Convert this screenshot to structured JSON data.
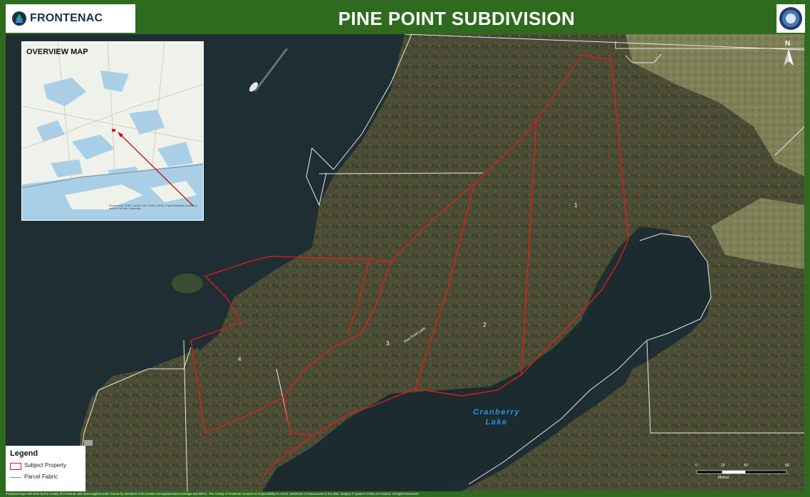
{
  "header": {
    "brand": "FRONTENAC",
    "title": "PINE POINT SUBDIVISION",
    "brand_color": "#2e6b1f"
  },
  "overview_map": {
    "title": "OVERVIEW MAP",
    "credits": "Sources: Esri, HERE, Garmin, FAO, NOAA, USGS, © OpenStreetMap contributors, and the GIS User Community"
  },
  "lots": [
    {
      "label": "1"
    },
    {
      "label": "2"
    },
    {
      "label": "3"
    },
    {
      "label": "4"
    }
  ],
  "road_label": "Pine Point Lane",
  "lake": {
    "line1": "Cranberry",
    "line2": "Lake",
    "label_color": "#2f8fe0"
  },
  "north_arrow": {
    "letter": "N",
    "icon": "north-arrow-icon"
  },
  "scale_bar": {
    "ticks": [
      "0",
      "20",
      "40",
      "80"
    ],
    "unit": "Metres"
  },
  "legend": {
    "title": "Legend",
    "items": [
      {
        "label": "Subject Property",
        "color": "#d11a1a"
      },
      {
        "label": "Parcel Fabric",
        "color": "#ffffff"
      }
    ]
  },
  "footer_credit": "Produced Sept 10th 2021 by the County of Frontenac with data supplied under license by members of the Ontario Geospatial Data Exchange and MPAC. The County of Frontenac accepts no responsibility for errors, omissions or inaccuracies in the data. Imagery © Queen's Printer for Ontario. All Rights Reserved."
}
